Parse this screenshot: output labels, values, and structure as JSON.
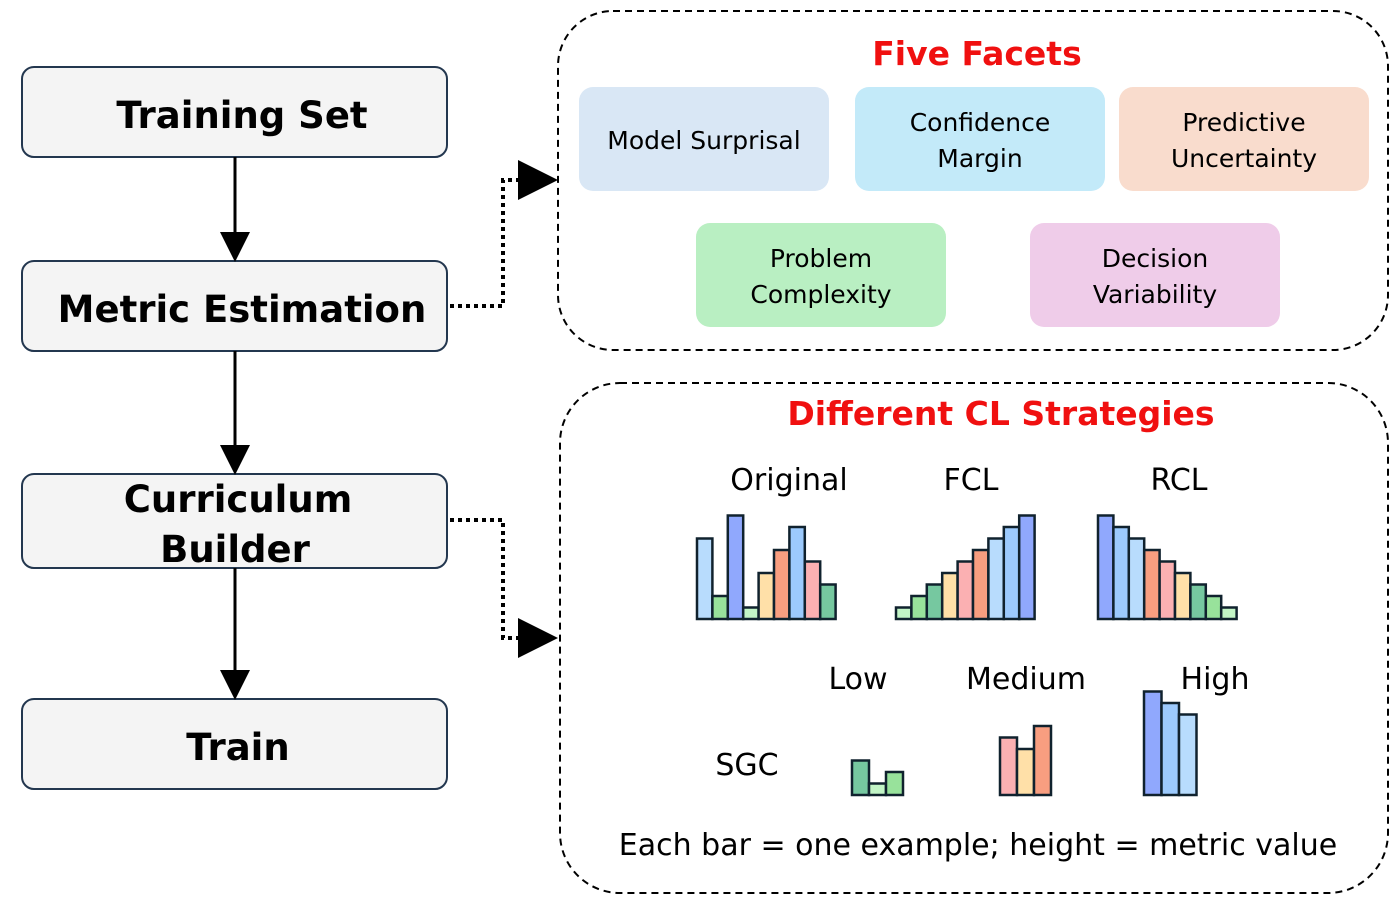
{
  "steps": [
    "Training Set",
    "Metric Estimation",
    "Curriculum",
    "Builder",
    "Train"
  ],
  "facets": {
    "title": "Five Facets",
    "items": [
      {
        "lines": [
          "Model Surprisal"
        ],
        "color": "#d9e7f5"
      },
      {
        "lines": [
          "Confidence",
          "Margin"
        ],
        "color": "#c3eaf9"
      },
      {
        "lines": [
          "Predictive",
          "Uncertainty"
        ],
        "color": "#f9dccd"
      },
      {
        "lines": [
          "Problem",
          "Complexity"
        ],
        "color": "#b9efc2"
      },
      {
        "lines": [
          "Decision",
          "Variability"
        ],
        "color": "#efcce9"
      }
    ]
  },
  "strategies": {
    "title": "Different CL Strategies",
    "original": "Original",
    "fcl": "FCL",
    "rcl": "RCL",
    "sgc": "SGC",
    "low": "Low",
    "medium": "Medium",
    "high": "High",
    "caption": "Each bar = one example; height = metric value",
    "level_colors": [
      "#c2f5c6",
      "#98e29b",
      "#76c8a0",
      "#ffe0a8",
      "#fbb0b2",
      "#f89e80",
      "#b8dcfd",
      "#9ccafd",
      "#90a8fd"
    ],
    "bars": {
      "original": [
        7,
        2,
        9,
        1,
        4,
        6,
        8,
        5,
        3
      ],
      "fcl": [
        1,
        2,
        3,
        4,
        5,
        6,
        7,
        8,
        9
      ],
      "rcl": [
        9,
        8,
        7,
        6,
        5,
        4,
        3,
        2,
        1
      ],
      "sgc_low": [
        3,
        1,
        2
      ],
      "sgc_medium": [
        5,
        4,
        6
      ],
      "sgc_high": [
        9,
        8,
        7
      ]
    }
  }
}
